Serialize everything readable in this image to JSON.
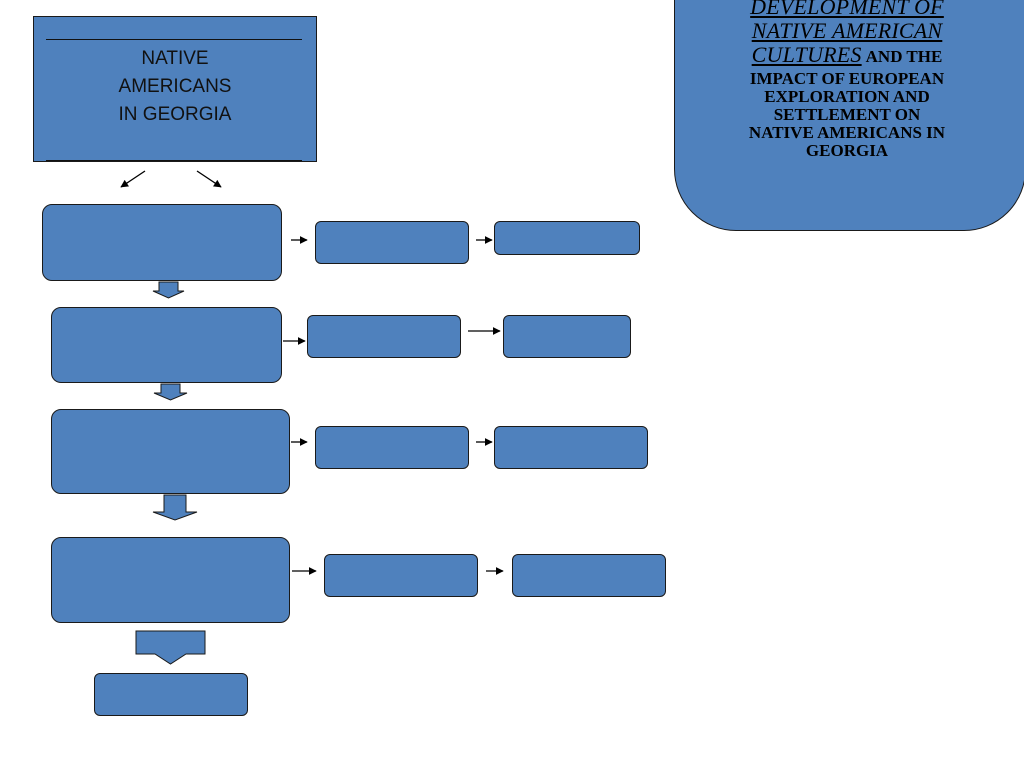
{
  "title": {
    "lines": [
      "NATIVE",
      "AMERICANS",
      "IN GEORGIA"
    ]
  },
  "callout": {
    "italic_lines": [
      "DEVELOPMENT OF",
      "NATIVE AMERICAN",
      "CULTURES"
    ],
    "bold_inline": "AND THE",
    "bold_lines": [
      "IMPACT OF EUROPEAN",
      "EXPLORATION AND",
      "SETTLEMENT ON",
      "NATIVE AMERICANS IN",
      "GEORGIA"
    ]
  },
  "colors": {
    "box_fill": "#4f81bd",
    "box_border": "#1a1a1a",
    "background": "#ffffff"
  }
}
